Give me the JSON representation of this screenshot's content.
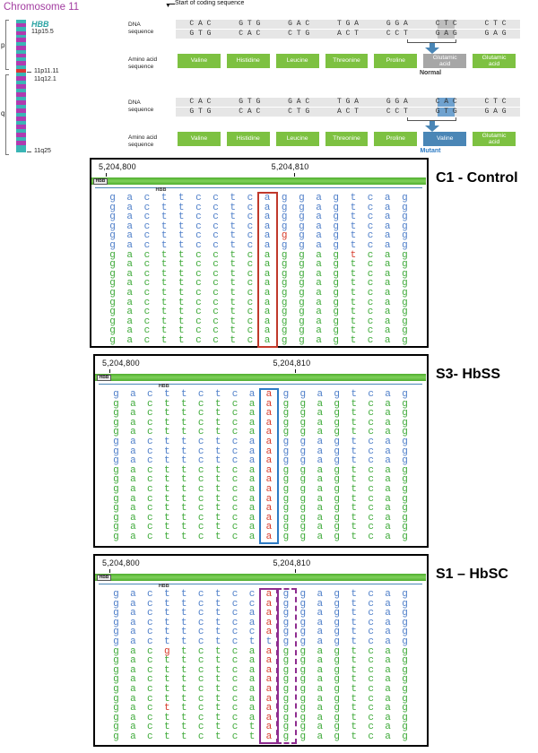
{
  "chromosome": {
    "title": "Chromosome 11",
    "gene": "HBB",
    "labels": [
      "11p15.5",
      "11p11.11",
      "11q12.1",
      "11q25"
    ],
    "arms": [
      "p",
      "q"
    ]
  },
  "diagram": {
    "start_label": "Start of coding sequence",
    "dna_label": "DNA\nsequence",
    "aa_label": "Amino acid\nsequence",
    "normal": {
      "top": [
        "CAC",
        "GTG",
        "GAC",
        "TGA",
        "GGA",
        "CTC",
        "CTC"
      ],
      "bottom": [
        "GTG",
        "CAC",
        "CTG",
        "ACT",
        "CCT",
        "GAG",
        "GAG"
      ],
      "amino": [
        "Valine",
        "Histidine",
        "Leucine",
        "Threonine",
        "Proline",
        "Glutamic\nacid",
        "Glutamic\nacid"
      ],
      "tag": "Normal"
    },
    "mutant": {
      "top": [
        "CAC",
        "GTG",
        "GAC",
        "TGA",
        "GGA",
        "CAC",
        "CTC"
      ],
      "bottom": [
        "GTG",
        "CAC",
        "CTG",
        "ACT",
        "CCT",
        "GTG",
        "GAG"
      ],
      "amino": [
        "Valine",
        "Histidine",
        "Leucine",
        "Threonine",
        "Proline",
        "Valine",
        "Glutamic\nacid"
      ],
      "tag": "Mutant"
    }
  },
  "panels": [
    {
      "title": "C1 - Control",
      "pos_left": "5,204,800",
      "pos_right": "5,204,810",
      "gene": "HBB",
      "box_color": "#c0392b",
      "rows": [
        "gacttcctcaggagtcag",
        "gacttcctcaggagtcag",
        "gacttcctcaggagtcag",
        "gacttcctcaggagtcag",
        "gacttcctcaggagtcag",
        "gacttcctcaggagtcag",
        "gacttcctcaggagtcag",
        "gacttcctcaggagtcag",
        "gacttcctcaggagtcag",
        "gacttcctcaggagtcag",
        "gacttcctcaggagtcag",
        "gacttcctcaggagtcag",
        "gacttcctcaggagtcag",
        "gacttcctcaggagtcag",
        "gacttcctcaggagtcag",
        "gacttcctcaggagtcag"
      ],
      "row_colors": [
        "blue",
        "blue",
        "blue",
        "blue",
        "blue",
        "blue",
        "green",
        "green",
        "green",
        "green",
        "green",
        "green",
        "green",
        "green",
        "green",
        "green"
      ],
      "red_marks": [
        [
          4,
          10
        ],
        [
          6,
          14
        ]
      ]
    },
    {
      "title": "S3- HbSS",
      "pos_left": "5,204,800",
      "pos_right": "5,204,810",
      "gene": "HBB",
      "box_color": "#2d7bc4",
      "rows": [
        "gacttctcaaggagtcag",
        "gacttctcaaggagtcag",
        "gacttctcaaggagtcag",
        "gacttctcaaggagtcag",
        "gacttctcaaggagtcag",
        "gacttctcaaggagtcag",
        "gacttctcaaggagtcag",
        "gacttctcaaggagtcag",
        "gacttctcaaggagtcag",
        "gacttctcaaggagtcag",
        "gacttctcaaggagtcag",
        "gacttctcaaggagtcag",
        "gacttctcaaggagtcag",
        "gacttctcaaggagtcag",
        "gacttctcaaggagtcag",
        "gacttctcaaggagtcag"
      ],
      "row_colors": [
        "blue",
        "green",
        "green",
        "green",
        "green",
        "blue",
        "blue",
        "blue",
        "green",
        "green",
        "green",
        "green",
        "green",
        "green",
        "green",
        "green"
      ],
      "red_marks": []
    },
    {
      "title": "S1 – HbSC",
      "pos_left": "5,204,800",
      "pos_right": "5,204,810",
      "gene": "HBB",
      "box_color": "#8e2c8f",
      "rows": [
        "gacttctccaggagtcag",
        "gacttctccaggagtcag",
        "gacttctcaaggagtcag",
        "gacttctcaaggagtcag",
        "gacttctccaggagtcag",
        "gacttctcttggagtcag",
        "gacgtctcaaggagtcag",
        "gacttctcaaggagtcag",
        "gacttctcaaggagtcag",
        "gacttctcaaggagtcag",
        "gacttctcaaggagtcag",
        "gacttctcaaggagtcag",
        "gacttctcaaggagtcag",
        "gacttctcaaggagtcag",
        "gacttctctaggagtcag",
        "gacttctctaggagtcag"
      ],
      "row_colors": [
        "blue",
        "blue",
        "blue",
        "blue",
        "blue",
        "blue",
        "green",
        "green",
        "green",
        "green",
        "green",
        "green",
        "green",
        "green",
        "green",
        "green"
      ],
      "red_marks": [
        [
          6,
          3
        ],
        [
          12,
          3
        ]
      ]
    }
  ],
  "colors": {
    "blue": "#4f7fc9",
    "green": "#3faa3a",
    "red": "#d63a2a",
    "gene_green": "#5cbf3a"
  }
}
